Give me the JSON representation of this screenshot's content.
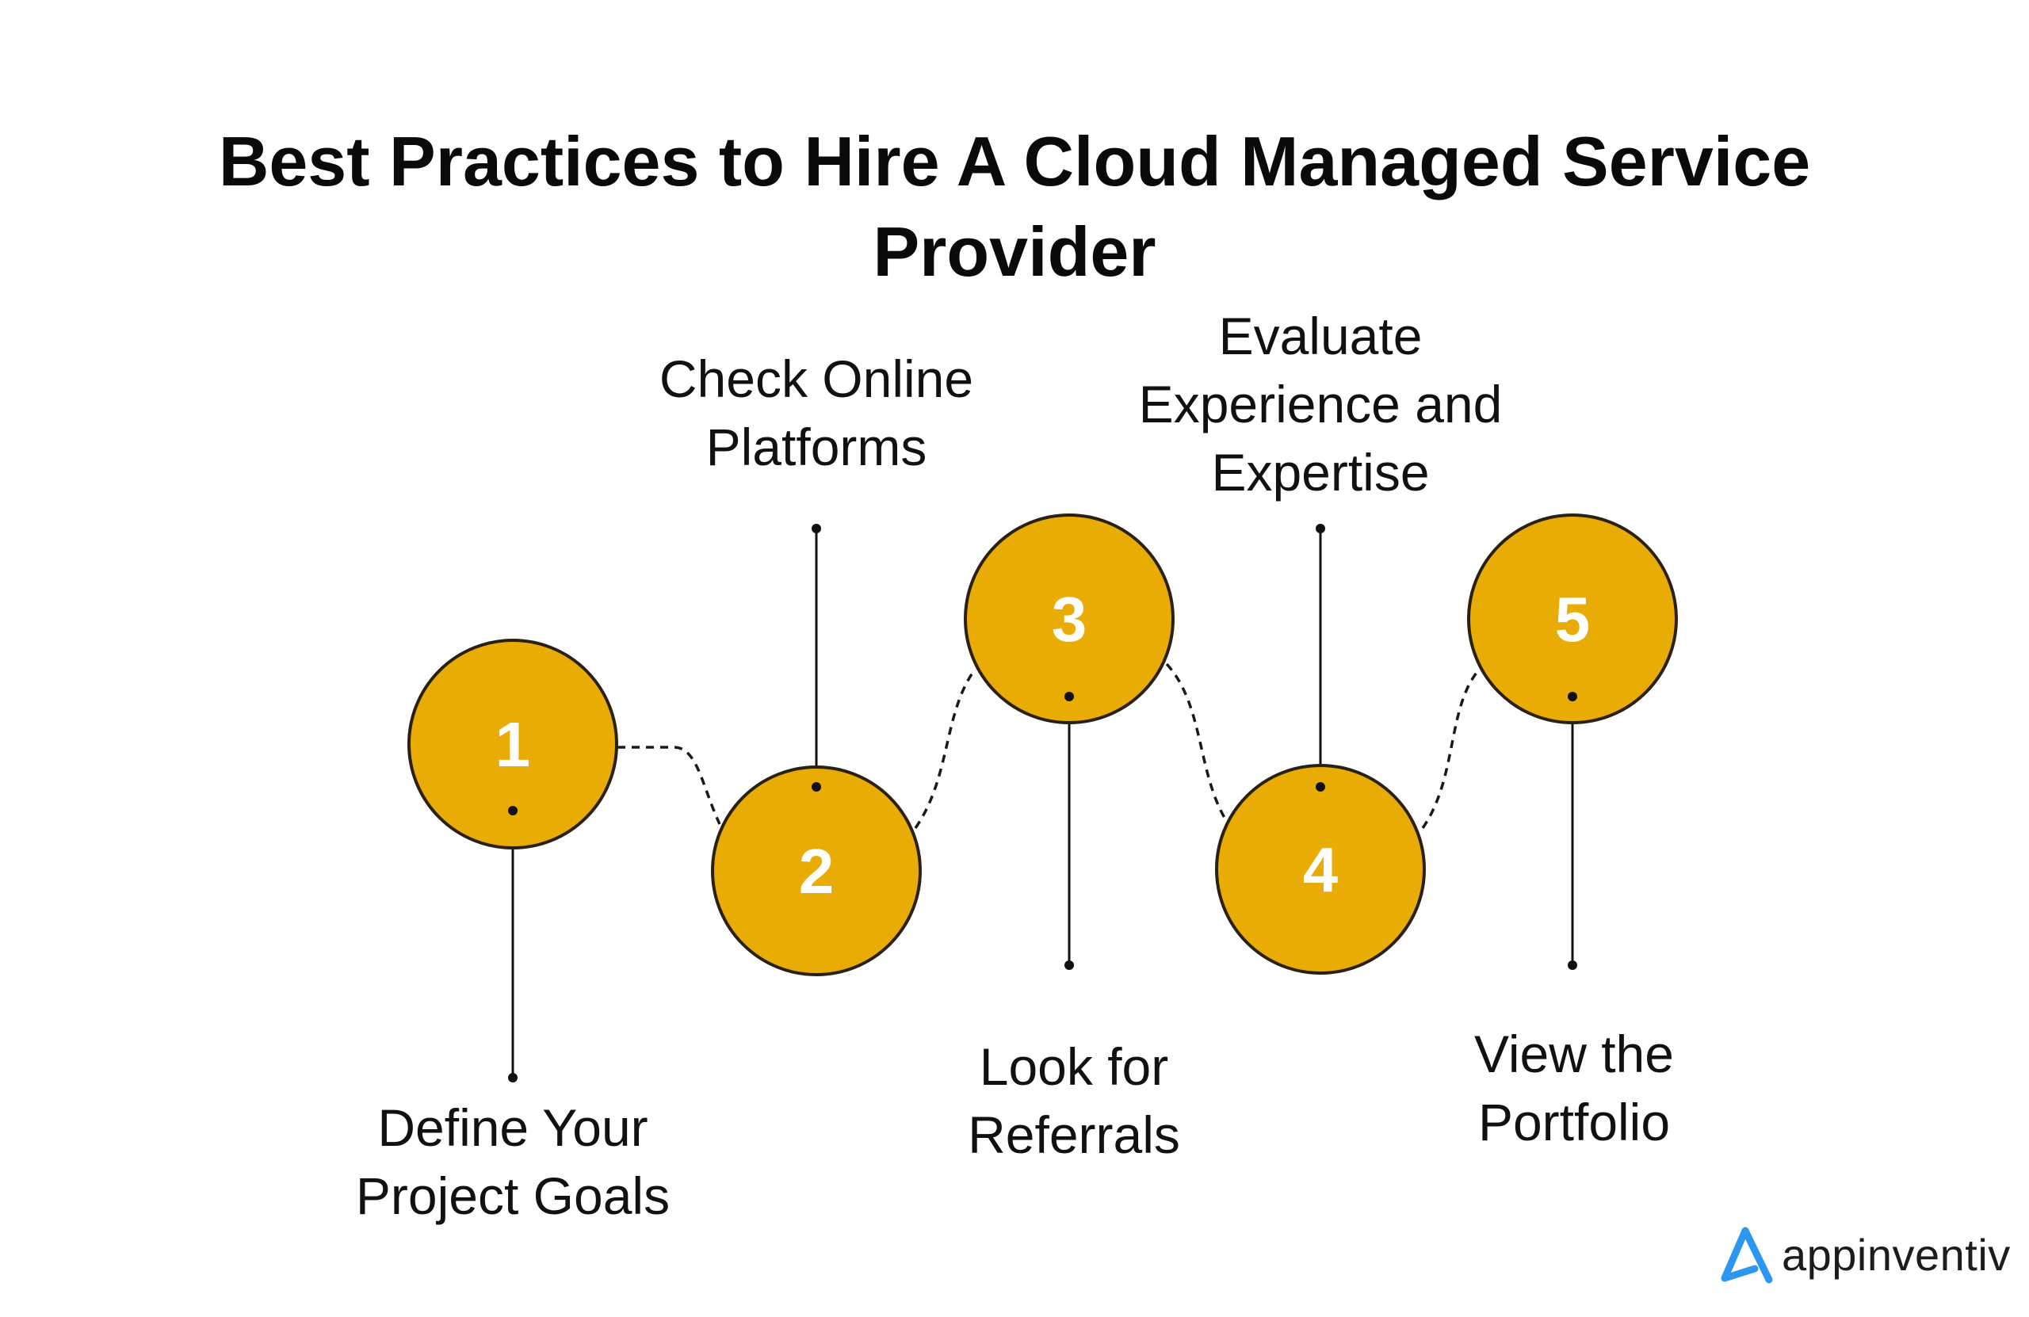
{
  "title": {
    "line1": "Best Practices to Hire A Cloud Managed Service",
    "line2": "Provider"
  },
  "colors": {
    "circle_fill": "#E8AC04",
    "circle_stroke": "#2a2112",
    "number_text": "#ffffff",
    "logo_blue": "#2B97F0"
  },
  "steps": [
    {
      "number": "1",
      "label_lines": [
        "Define Your",
        "Project Goals"
      ],
      "label_position": "below"
    },
    {
      "number": "2",
      "label_lines": [
        "Check Online",
        "Platforms"
      ],
      "label_position": "above"
    },
    {
      "number": "3",
      "label_lines": [
        "Look for",
        "Referrals"
      ],
      "label_position": "below"
    },
    {
      "number": "4",
      "label_lines": [
        "Evaluate",
        "Experience and",
        "Expertise"
      ],
      "label_position": "above"
    },
    {
      "number": "5",
      "label_lines": [
        "View the",
        "Portfolio"
      ],
      "label_position": "below"
    }
  ],
  "logo": {
    "icon": "appinventiv-a-icon",
    "text": "appinventiv"
  }
}
